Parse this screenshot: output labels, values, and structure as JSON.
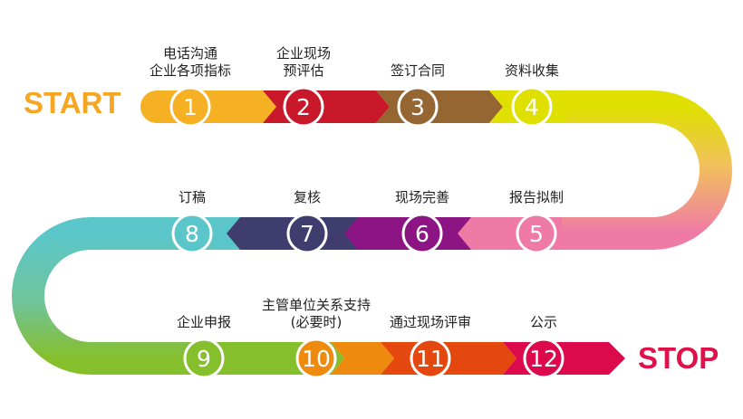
{
  "start_label": "START",
  "stop_label": "STOP",
  "colors": {
    "start": "#f5a623",
    "stop": "#e0104a"
  },
  "steps": [
    {
      "num": "1",
      "lines": [
        "电话沟通",
        "企业各项指标"
      ],
      "color": "#f6b023"
    },
    {
      "num": "2",
      "lines": [
        "企业现场",
        "预评估"
      ],
      "color": "#c8182a"
    },
    {
      "num": "3",
      "lines": [
        "签订合同"
      ],
      "color": "#956532"
    },
    {
      "num": "4",
      "lines": [
        "资料收集"
      ],
      "color": "#dfe000"
    },
    {
      "num": "5",
      "lines": [
        "报告拟制"
      ],
      "color": "#ef7aa6"
    },
    {
      "num": "6",
      "lines": [
        "现场完善"
      ],
      "color": "#8d1583"
    },
    {
      "num": "7",
      "lines": [
        "复核"
      ],
      "color": "#3f3d6e"
    },
    {
      "num": "8",
      "lines": [
        "订稿"
      ],
      "color": "#5bc6ca"
    },
    {
      "num": "9",
      "lines": [
        "企业申报"
      ],
      "color": "#86bf2c"
    },
    {
      "num": "10",
      "lines": [
        "主管单位关系支持",
        "(必要时)"
      ],
      "color": "#ee8a0e"
    },
    {
      "num": "11",
      "lines": [
        "通过现场评审"
      ],
      "color": "#e5480f"
    },
    {
      "num": "12",
      "lines": [
        "公示"
      ],
      "color": "#dc0a4c"
    }
  ]
}
